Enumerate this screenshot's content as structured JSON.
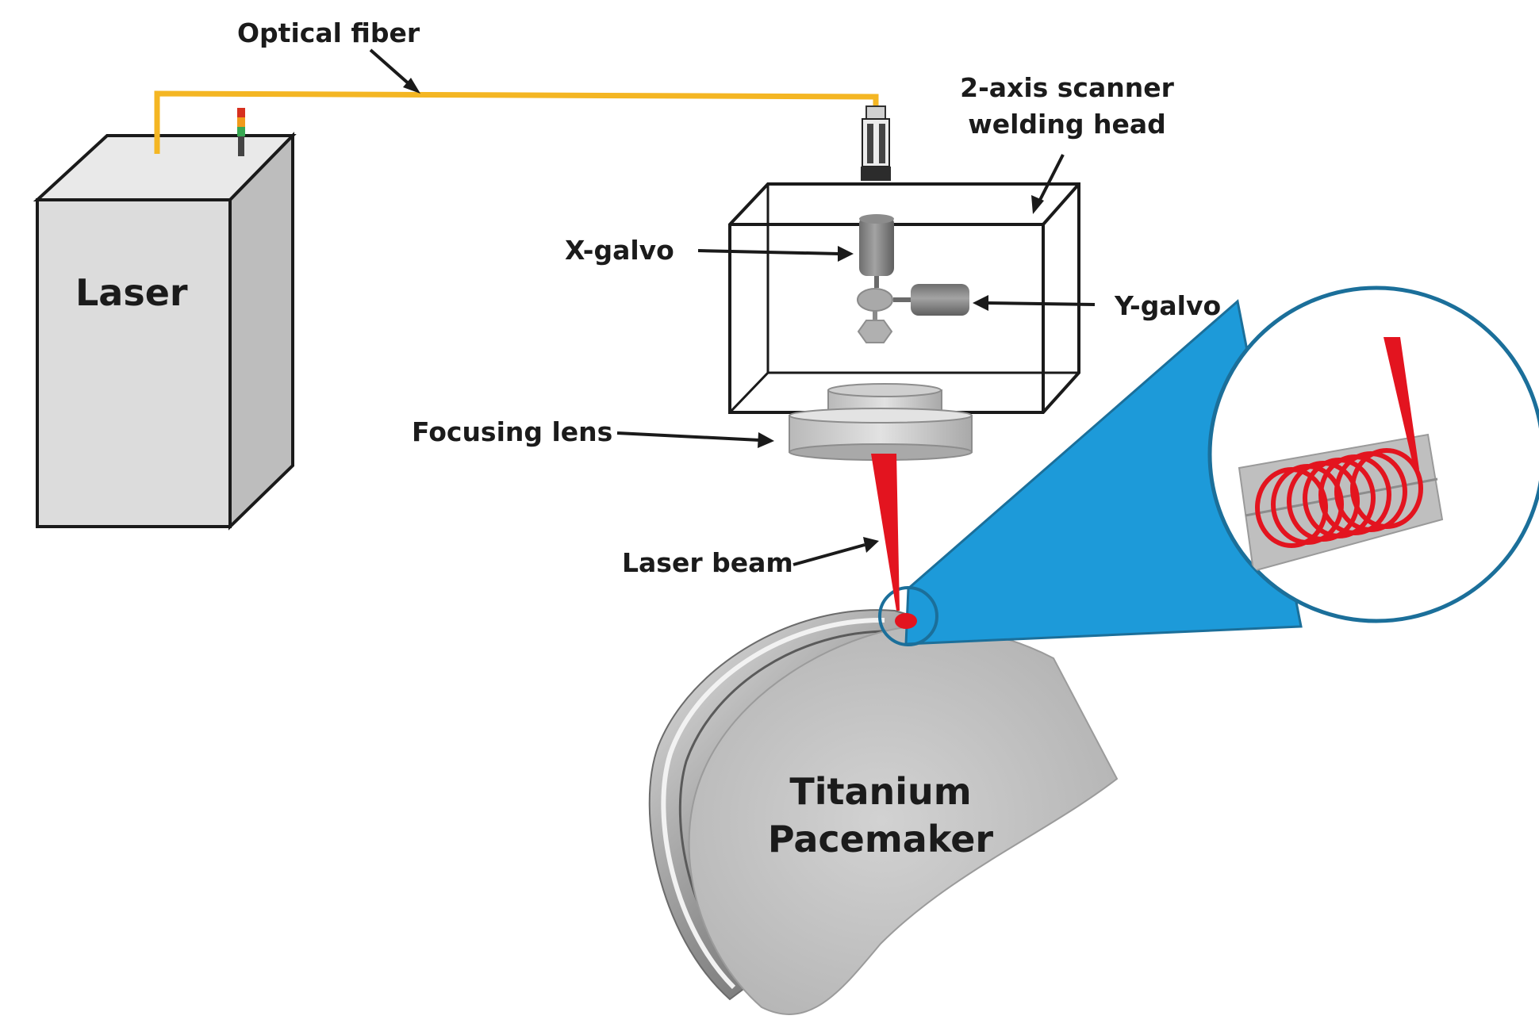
{
  "labels": {
    "optical_fiber": "Optical fiber",
    "scanner_head_line1": "2-axis scanner",
    "scanner_head_line2": "welding head",
    "laser": "Laser",
    "x_galvo": "X-galvo",
    "y_galvo": "Y-galvo",
    "focusing_lens": "Focusing lens",
    "laser_beam": "Laser beam",
    "pacemaker_line1": "Titanium",
    "pacemaker_line2": "Pacemaker"
  },
  "colors": {
    "fiber": "#f4b623",
    "beam": "#e3141f",
    "zoom_fill": "#1d9ad9",
    "zoom_outline": "#1b6f9a",
    "box_gray": "#d9d9d9",
    "outline": "#1a1a1a"
  }
}
